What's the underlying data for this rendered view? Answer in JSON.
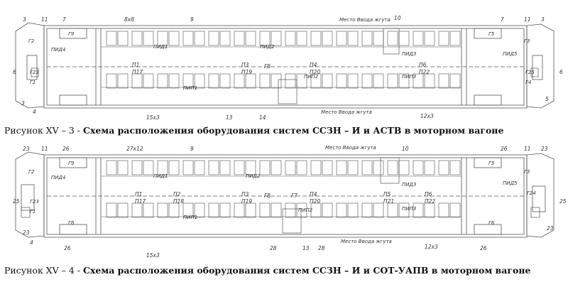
{
  "figures": [
    {
      "caption": {
        "prefix": "Рисунок  XV – 3  - ",
        "text": "Схема расположения оборудования систем  ССЗН – И  и  АСТВ в моторном вагоне"
      },
      "callouts": [
        "3",
        "11",
        "7",
        "8x8",
        "9",
        "10",
        "7",
        "11",
        "3",
        "6",
        "6",
        "4",
        "3",
        "5",
        "15x3",
        "13",
        "14",
        "12x3"
      ],
      "top_row_labels": [
        "П1",
        "П3",
        "П4",
        "П6"
      ],
      "bottom_row_labels": [
        "П17",
        "П19",
        "П20",
        "П22"
      ],
      "mid_labels": [
        "Г8"
      ],
      "devices": [
        "Г2",
        "Г9",
        "ПИД4",
        "Г23",
        "Г1",
        "ПИД1",
        "ПИД2",
        "ПИД3",
        "ПИП1",
        "ПИП2",
        "ПИП3",
        "Г5",
        "Г3",
        "ПИД5",
        "Г25",
        "Г4"
      ],
      "notes": [
        "Место Ввода жгута",
        "Место Ввода жгута"
      ]
    },
    {
      "caption": {
        "prefix": "Рисунок  XV – 4  - ",
        "text": "Схема расположения оборудования систем  ССЗН – И  и  СОТ-УАПВ в моторном вагоне"
      },
      "callouts": [
        "23",
        "11",
        "26",
        "27x12",
        "9",
        "10",
        "26",
        "11",
        "23",
        "25",
        "25",
        "23",
        "4",
        "26",
        "15x3",
        "28",
        "13",
        "28",
        "12x3",
        "26",
        "23"
      ],
      "top_row_labels": [
        "П1",
        "П2",
        "П3",
        "П4",
        "П5",
        "П6"
      ],
      "bottom_row_labels": [
        "П17",
        "П18",
        "П19",
        "П20",
        "П21",
        "П22"
      ],
      "mid_labels": [
        "Г8",
        "Г7"
      ],
      "devices": [
        "Г2",
        "Г9",
        "ПИД4",
        "Г23",
        "Г1",
        "ПИД1",
        "ПИД2",
        "ПИД3",
        "ПИП1",
        "ПИП2",
        "ПИП3",
        "Г5",
        "Г3",
        "ПИД5",
        "Г24",
        "Г6",
        "Г6"
      ],
      "notes": [
        "Место Ввода жгута",
        "Место Ввода жгута"
      ]
    }
  ],
  "colors": {
    "line": "#555555",
    "text": "#222222",
    "paper": "#ffffff"
  }
}
